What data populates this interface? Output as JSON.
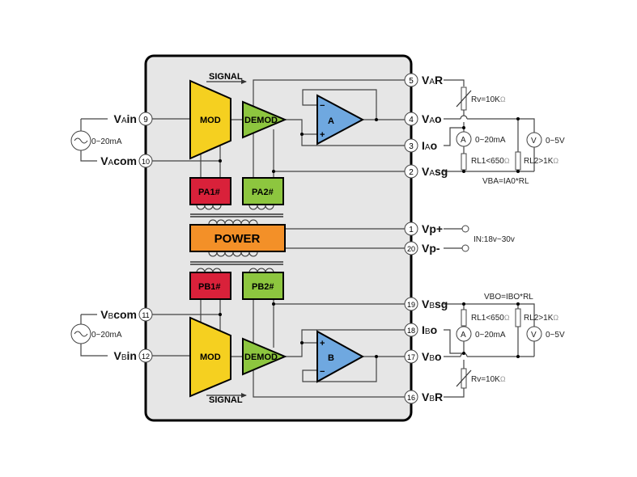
{
  "colors": {
    "mod": "#f5d020",
    "demod": "#8dc63f",
    "amp": "#6fa8e0",
    "pa1": "#d9213a",
    "pa2": "#8dc63f",
    "power": "#f39028",
    "body": "#e6e6e6"
  },
  "blocks": {
    "mod_a": "MOD",
    "demod_a": "DEMOD",
    "amp_a": "A",
    "pa1": "PA1#",
    "pa2": "PA2#",
    "power": "POWER",
    "pb1": "PB1#",
    "pb2": "PB2#",
    "mod_b": "MOD",
    "demod_b": "DEMOD",
    "amp_b": "B",
    "signal_top": "SIGNAL",
    "signal_bottom": "SIGNAL",
    "minus": "−",
    "plus": "+"
  },
  "right_pins": [
    {
      "num": "5",
      "main": "V",
      "sub": "A",
      "suffix": "R"
    },
    {
      "num": "4",
      "main": "V",
      "sub": "A",
      "suffix": "o"
    },
    {
      "num": "3",
      "main": "I",
      "sub": "A",
      "suffix": "o"
    },
    {
      "num": "2",
      "main": "V",
      "sub": "A",
      "suffix": "sg"
    },
    {
      "num": "1",
      "main": "Vp+",
      "sub": "",
      "suffix": ""
    },
    {
      "num": "20",
      "main": "Vp-",
      "sub": "",
      "suffix": ""
    },
    {
      "num": "19",
      "main": "V",
      "sub": "B",
      "suffix": "sg"
    },
    {
      "num": "18",
      "main": "I",
      "sub": "B",
      "suffix": "o"
    },
    {
      "num": "17",
      "main": "V",
      "sub": "B",
      "suffix": "o"
    },
    {
      "num": "16",
      "main": "V",
      "sub": "B",
      "suffix": "R"
    }
  ],
  "left_pins": [
    {
      "num": "9",
      "main": "V",
      "sub": "A",
      "suffix": "in"
    },
    {
      "num": "10",
      "main": "V",
      "sub": "A",
      "suffix": "com"
    },
    {
      "num": "11",
      "main": "V",
      "sub": "B",
      "suffix": "com"
    },
    {
      "num": "12",
      "main": "V",
      "sub": "B",
      "suffix": "in"
    }
  ],
  "external": {
    "source_a": "0~20mA",
    "source_b": "0~20mA",
    "rv_a": "Rv=10K",
    "rv_b": "Rv=10K",
    "ohm": "Ω",
    "ammeter": "A",
    "voltmeter": "V",
    "amm_range_a": "0~20mA",
    "amm_range_b": "0~20mA",
    "volt_range_a": "0~5V",
    "volt_range_b": "0~5V",
    "rl1": "RL1<650",
    "rl2": "RL2>1K",
    "formula_a": "VBA=IA0*RL",
    "formula_b": "VBO=IBO*RL",
    "power_in": "IN:18v~30v"
  }
}
